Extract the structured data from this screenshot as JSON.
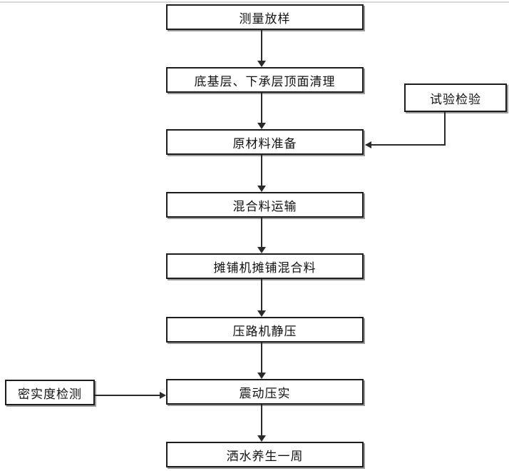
{
  "diagram": {
    "type": "flowchart",
    "colors": {
      "background": "#ffffff",
      "node_border": "#1c1c1c",
      "node_fill": "#ffffff",
      "node_shadow": "#9a9a9a",
      "connector": "#2b2b2b",
      "page_top_border": "#d8d8d8"
    },
    "main_steps": [
      {
        "id": "step-1",
        "label": "测量放样"
      },
      {
        "id": "step-2",
        "label": "底基层、下承层顶面清理"
      },
      {
        "id": "step-3",
        "label": "原材料准备"
      },
      {
        "id": "step-4",
        "label": "混合料运输"
      },
      {
        "id": "step-5",
        "label": "摊铺机摊铺混合料"
      },
      {
        "id": "step-6",
        "label": "压路机静压"
      },
      {
        "id": "step-7",
        "label": "震动压实"
      },
      {
        "id": "step-8",
        "label": "洒水养生一周"
      }
    ],
    "side_steps": [
      {
        "id": "side-right",
        "label": "试验检验",
        "position": "right",
        "arrow_into": "原材料准备"
      },
      {
        "id": "side-left",
        "label": "密实度检测",
        "position": "left",
        "arrow_into": "震动压实"
      }
    ],
    "connections": [
      {
        "from": "测量放样",
        "to": "底基层、下承层顶面清理"
      },
      {
        "from": "底基层、下承层顶面清理",
        "to": "原材料准备"
      },
      {
        "from": "原材料准备",
        "to": "混合料运输"
      },
      {
        "from": "混合料运输",
        "to": "摊铺机摊铺混合料"
      },
      {
        "from": "摊铺机摊铺混合料",
        "to": "压路机静压"
      },
      {
        "from": "压路机静压",
        "to": "震动压实"
      },
      {
        "from": "震动压实",
        "to": "洒水养生一周"
      },
      {
        "from": "试验检验",
        "to": "原材料准备"
      },
      {
        "from": "密实度检测",
        "to": "震动压实"
      }
    ]
  }
}
